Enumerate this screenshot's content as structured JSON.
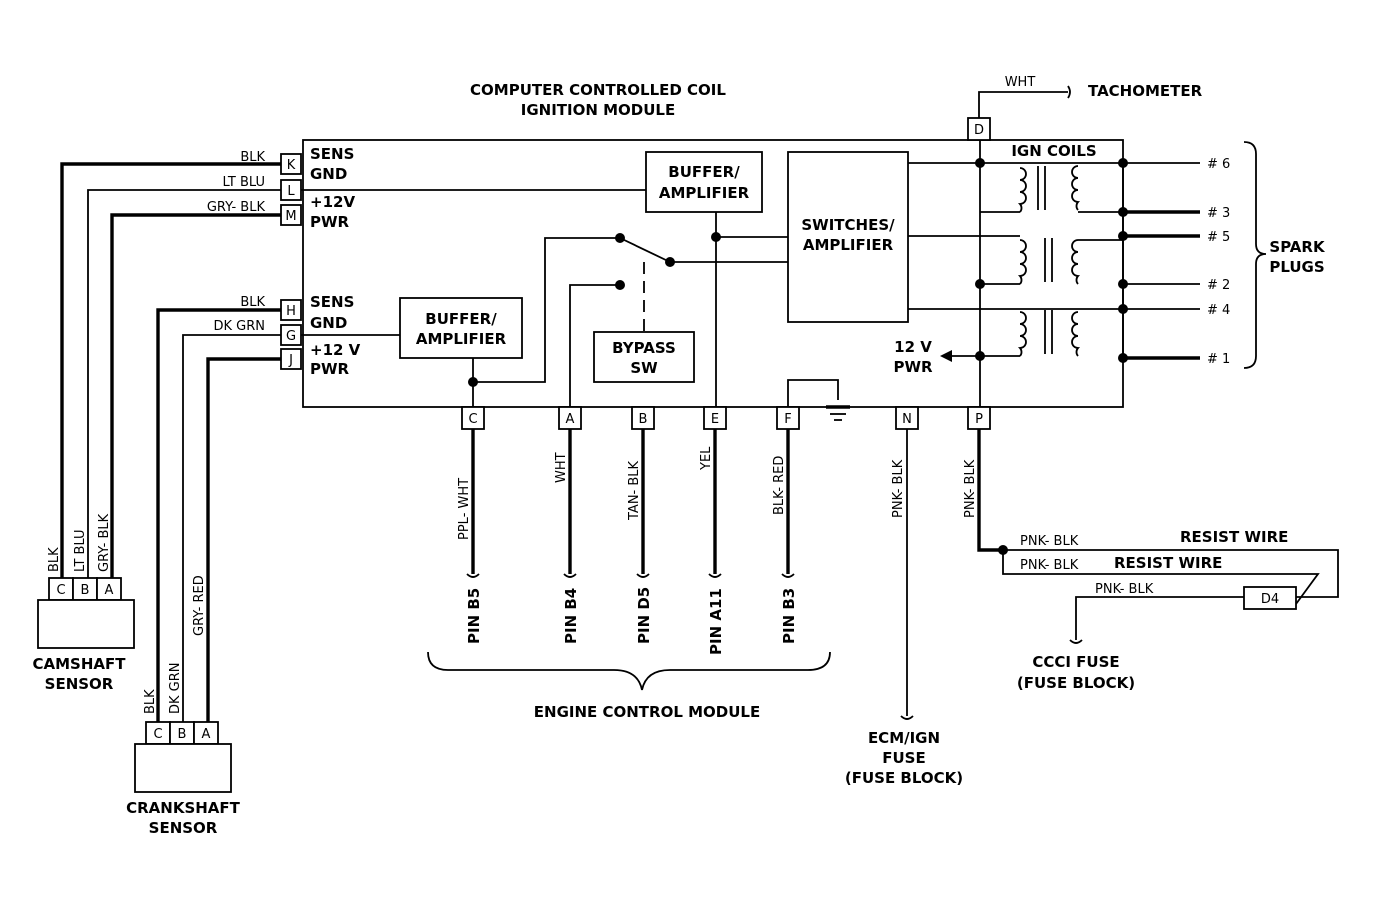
{
  "module": {
    "title_line1": "COMPUTER CONTROLLED COIL",
    "title_line2": "IGNITION MODULE",
    "sens1": "SENS",
    "gnd1": "GND",
    "v12a": "+12V",
    "pwr1": "PWR",
    "sens2": "SENS",
    "gnd2": "GND",
    "v12b": "+12 V",
    "pwr2": "PWR",
    "buffer1_line1": "BUFFER/",
    "buffer1_line2": "AMPLIFIER",
    "buffer2_line1": "BUFFER/",
    "buffer2_line2": "AMPLIFIER",
    "switches_line1": "SWITCHES/",
    "switches_line2": "AMPLIFIER",
    "bypass_line1": "BYPASS",
    "bypass_line2": "SW",
    "ign_coils": "IGN COILS",
    "pwr12_line1": "12 V",
    "pwr12_line2": "PWR"
  },
  "pins_left": [
    "K",
    "L",
    "M",
    "H",
    "G",
    "J"
  ],
  "pins_bottom": [
    "C",
    "A",
    "B",
    "E",
    "F",
    "N",
    "P"
  ],
  "pin_top": "D",
  "wires_left": [
    "BLK",
    "LT BLU",
    "GRY- BLK",
    "BLK",
    "DK GRN",
    "GRY- RED"
  ],
  "wires_bottom": [
    "PPL- WHT",
    "WHT",
    "TAN- BLK",
    "YEL",
    "BLK- RED",
    "PNK- BLK",
    "PNK- BLK"
  ],
  "ecm_pins": [
    "PIN B5",
    "PIN B4",
    "PIN D5",
    "PIN A11",
    "PIN B3"
  ],
  "ecm_label": "ENGINE CONTROL MODULE",
  "tach": {
    "wire": "WHT",
    "label": "TACHOMETER"
  },
  "spark": {
    "plugs": [
      "# 6",
      "# 3",
      "# 5",
      "# 2",
      "# 4",
      "# 1"
    ],
    "label_line1": "SPARK",
    "label_line2": "PLUGS"
  },
  "camshaft": {
    "wires": [
      "BLK",
      "LT BLU",
      "GRY- BLK"
    ],
    "pins": [
      "C",
      "B",
      "A"
    ],
    "label_line1": "CAMSHAFT",
    "label_line2": "SENSOR"
  },
  "crankshaft": {
    "wires": [
      "BLK",
      "DK GRN",
      "GRY- RED"
    ],
    "pins": [
      "C",
      "B",
      "A"
    ],
    "label_line1": "CRANKSHAFT",
    "label_line2": "SENSOR"
  },
  "ecm_fuse": {
    "line1": "ECM/IGN",
    "line2": "FUSE",
    "line3": "(FUSE BLOCK)"
  },
  "ccci_fuse": {
    "line1": "CCCI FUSE",
    "line2": "(FUSE BLOCK)"
  },
  "resist": {
    "wire1": "PNK- BLK",
    "label1": "RESIST WIRE",
    "wire2": "PNK- BLK",
    "label2": "RESIST WIRE",
    "wire3": "PNK- BLK",
    "connector": "D4"
  }
}
